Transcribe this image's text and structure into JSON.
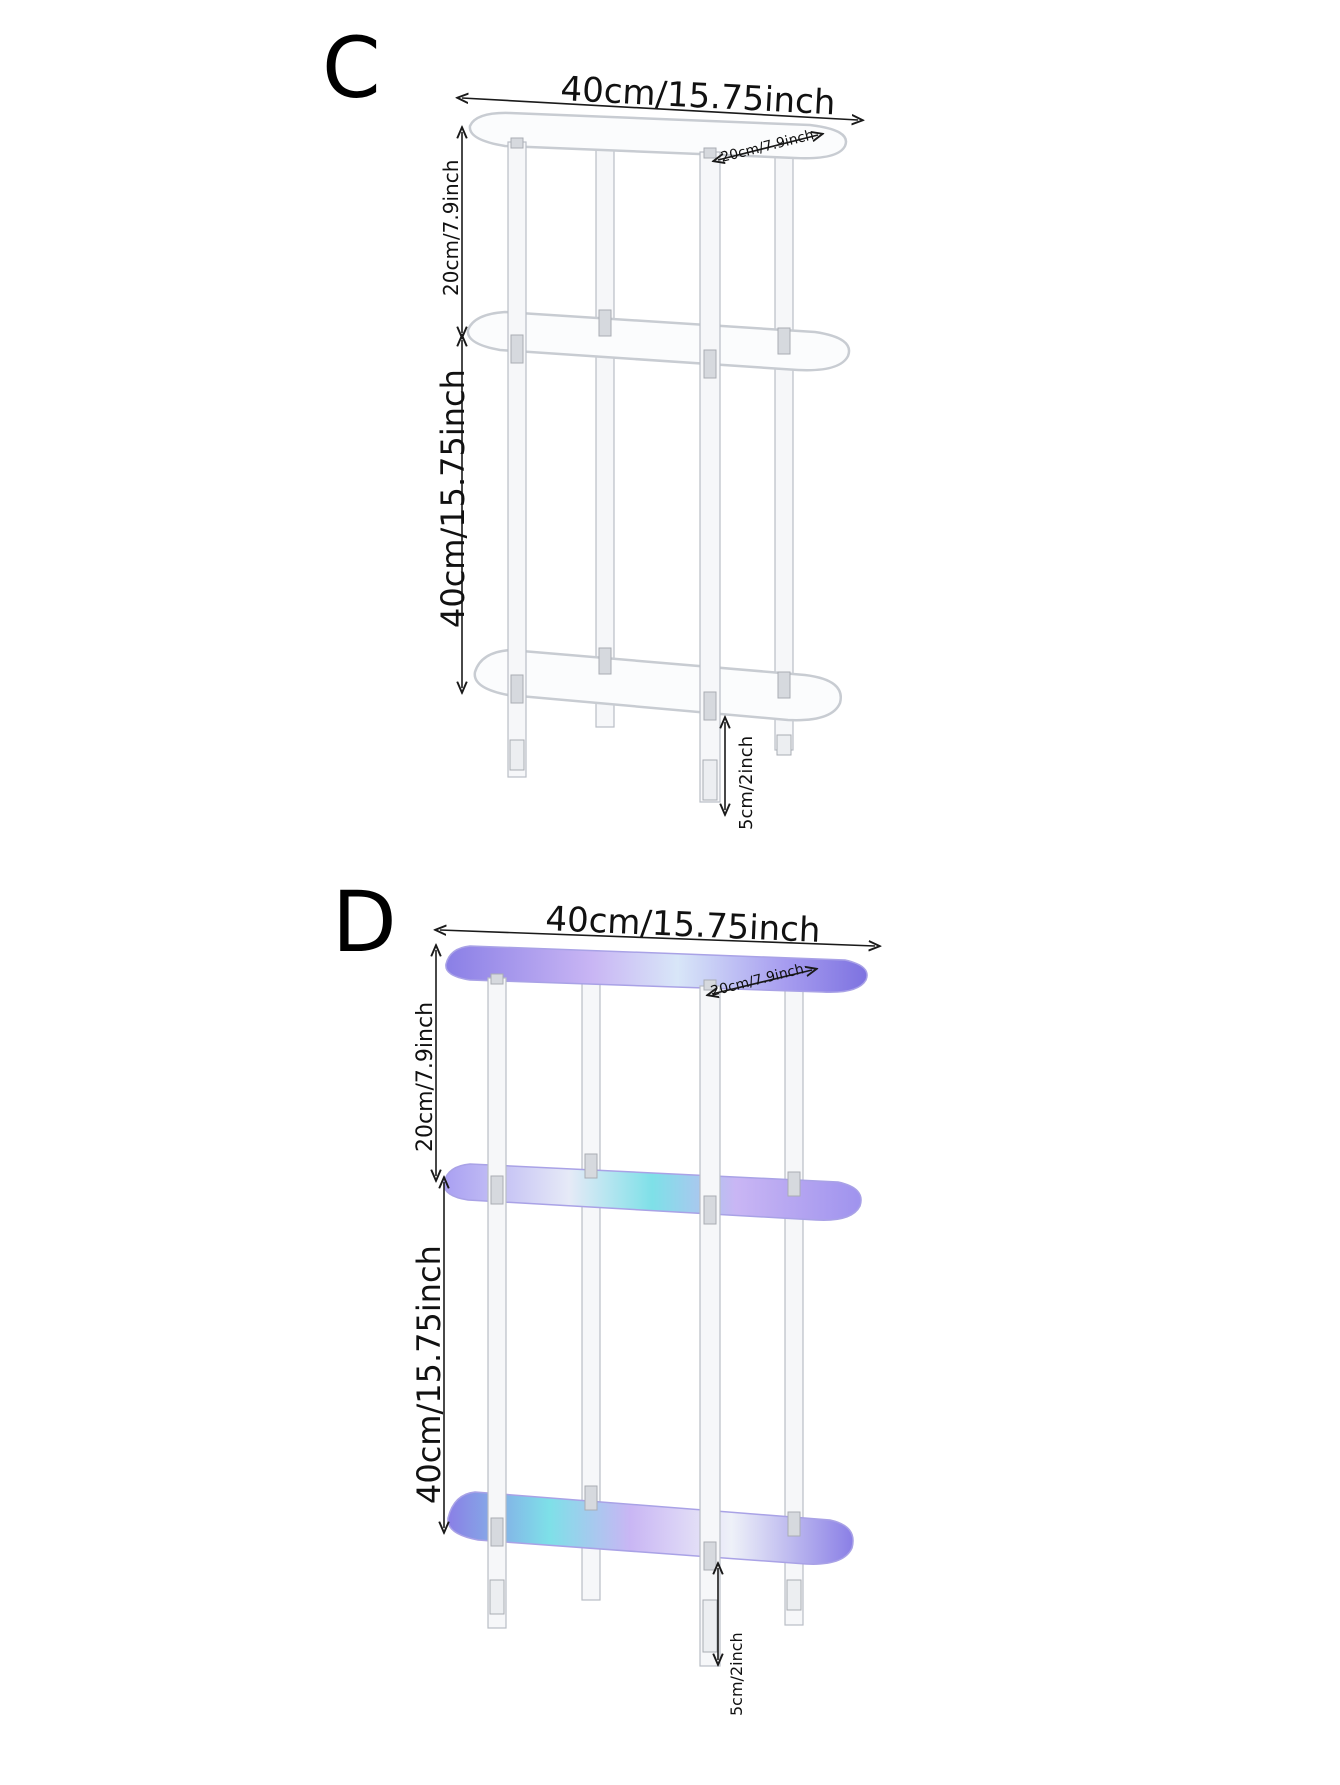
{
  "variants": [
    {
      "letter": "C",
      "finish": "clear",
      "dimensions": {
        "width": "40cm/15.75inch",
        "depth": "20cm/7.9inch",
        "upper_gap": "20cm/7.9inch",
        "lower_gap": "40cm/15.75inch",
        "leg_height": "5cm/2inch"
      }
    },
    {
      "letter": "D",
      "finish": "iridescent",
      "dimensions": {
        "width": "40cm/15.75inch",
        "depth": "20cm/7.9inch",
        "upper_gap": "20cm/7.9inch",
        "lower_gap": "40cm/15.75inch",
        "leg_height": "5cm/2inch"
      }
    }
  ],
  "colors": {
    "clear_edge": "#c8ccd2",
    "iridescent_a": "#8a7fe6",
    "iridescent_b": "#7ee0e8",
    "iridescent_c": "#c9b6f4",
    "line": "#1a1a1a"
  }
}
